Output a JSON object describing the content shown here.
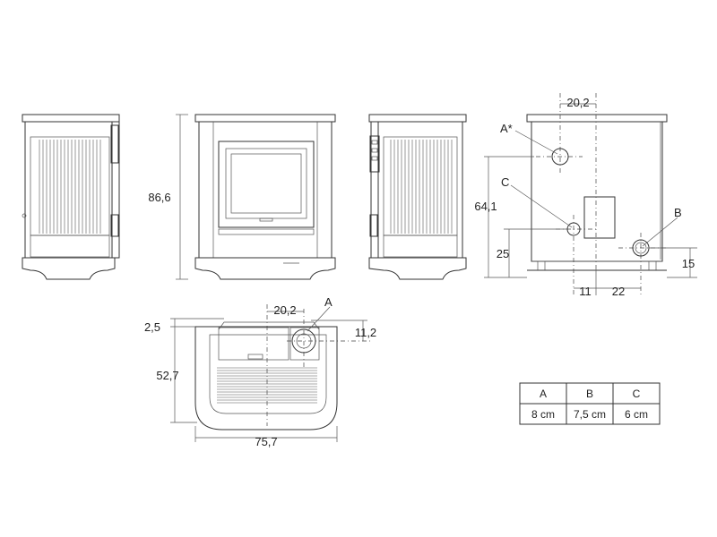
{
  "dimensions": {
    "height": "86,6",
    "rear_offset": "20,2",
    "outlet_height": "64,1",
    "inlet_height": "25",
    "b_height": "15",
    "c_offset": "11",
    "b_offset": "22",
    "top_offset": "20,2",
    "top_edge": "2,5",
    "top_side": "11,2",
    "depth": "52,7",
    "width": "75,7"
  },
  "labels": {
    "a_star": "A*",
    "b": "B",
    "c": "C",
    "a_top": "A"
  },
  "table": {
    "headers": [
      "A",
      "B",
      "C"
    ],
    "values": [
      "8 cm",
      "7,5 cm",
      "6 cm"
    ]
  }
}
